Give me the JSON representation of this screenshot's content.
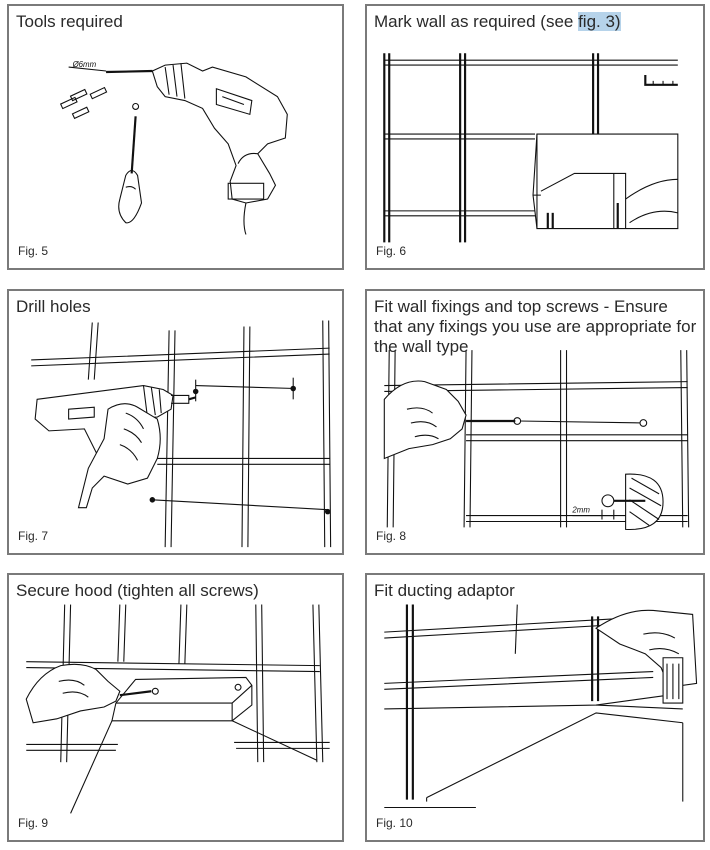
{
  "panels": [
    {
      "title": "Tools required",
      "figure": "Fig. 5"
    },
    {
      "title_prefix": "Mark wall as required (see ",
      "title_highlight": "fig. 3)",
      "figure": "Fig. 6"
    },
    {
      "title": "Drill holes",
      "figure": "Fig. 7"
    },
    {
      "title": "Fit wall fixings and top screws - Ensure that any fixings you use are appropriate for the wall type",
      "figure": "Fig. 8"
    },
    {
      "title": "Secure hood (tighten all screws)",
      "figure": "Fig. 9"
    },
    {
      "title": "Fit ducting adaptor",
      "figure": "Fig. 10"
    }
  ],
  "annotations": {
    "drill_bit_size": "Ø6mm",
    "screw_gap": "2mm"
  }
}
